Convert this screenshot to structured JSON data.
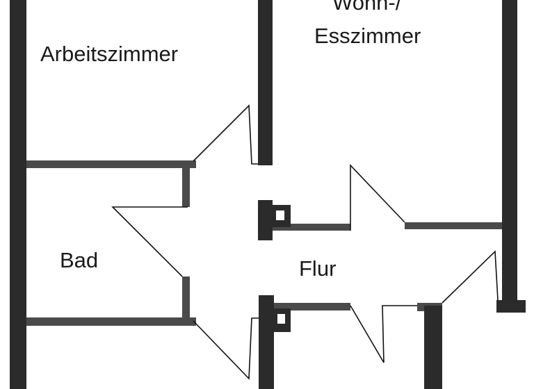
{
  "floorplan": {
    "rooms": {
      "arbeitszimmer": "Arbeitszimmer",
      "wohn_line1": "Wohn-/",
      "wohn_line2": "Esszimmer",
      "bad": "Bad",
      "flur": "Flur"
    },
    "colors": {
      "wall": "#2b2b2b",
      "background": "#ffffff"
    }
  }
}
